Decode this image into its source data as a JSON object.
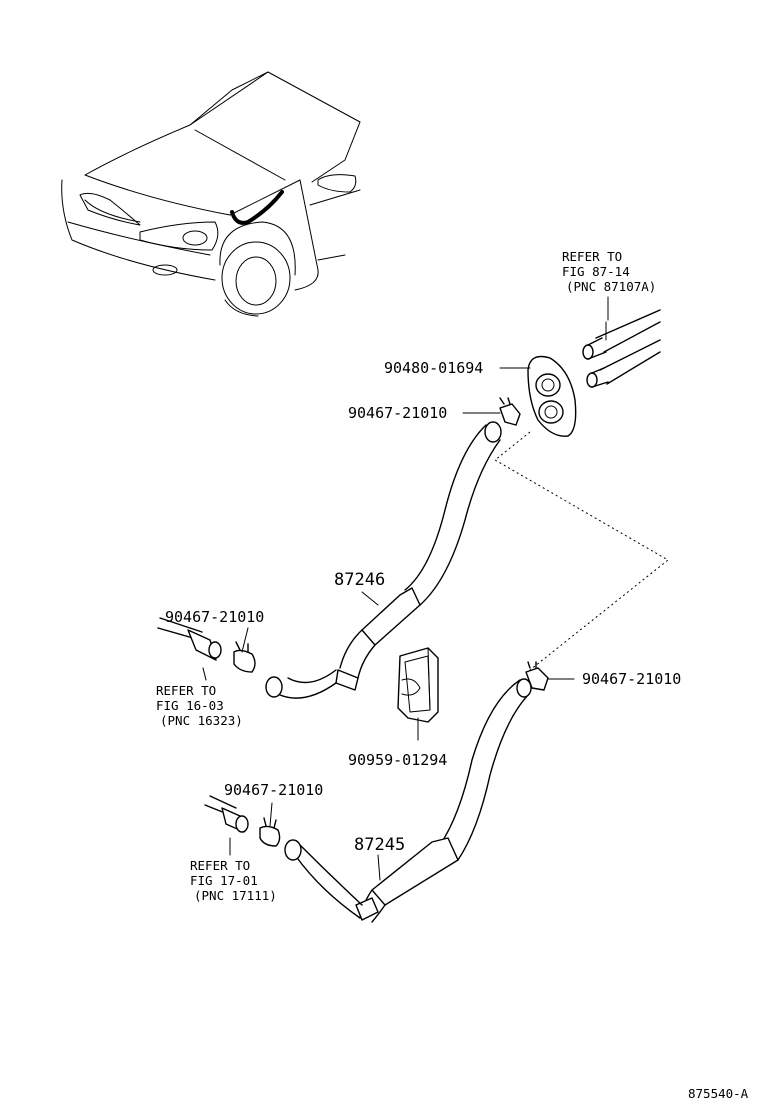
{
  "labels": {
    "refer_top": [
      "REFER TO",
      "FIG 87-14",
      "(PNC 87107A)"
    ],
    "refer_mid": [
      "REFER TO",
      "FIG 16-03",
      "(PNC 16323)"
    ],
    "refer_bot": [
      "REFER TO",
      "FIG 17-01",
      "(PNC 17111)"
    ],
    "part_grommet": "90480-01694",
    "part_clamp_upper_hose": "90467-21010",
    "part_clamp_mid_left": "90467-21010",
    "part_clamp_right": "90467-21010",
    "part_clamp_bottom_left": "90467-21010",
    "part_hose_upper": "87246",
    "part_hose_lower": "87245",
    "part_holder": "90959-01294",
    "figure_code": "875540-A"
  }
}
